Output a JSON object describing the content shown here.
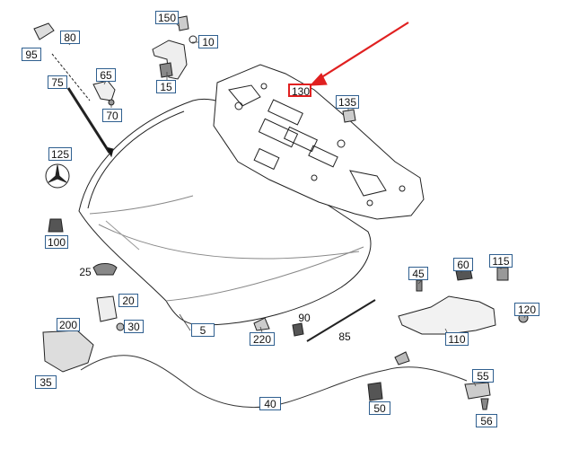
{
  "parts": [
    {
      "id": "p150",
      "label": "150",
      "boxed": true
    },
    {
      "id": "p10",
      "label": "10",
      "boxed": true
    },
    {
      "id": "p80",
      "label": "80",
      "boxed": true
    },
    {
      "id": "p95",
      "label": "95",
      "boxed": true
    },
    {
      "id": "p15",
      "label": "15",
      "boxed": true
    },
    {
      "id": "p65",
      "label": "65",
      "boxed": true
    },
    {
      "id": "p75",
      "label": "75",
      "boxed": true
    },
    {
      "id": "p70",
      "label": "70",
      "boxed": true
    },
    {
      "id": "p130",
      "label": "130",
      "boxed": true,
      "highlighted": true
    },
    {
      "id": "p135",
      "label": "135",
      "boxed": true
    },
    {
      "id": "p125",
      "label": "125",
      "boxed": true
    },
    {
      "id": "p100",
      "label": "100",
      "boxed": true
    },
    {
      "id": "p25",
      "label": "25",
      "boxed": false
    },
    {
      "id": "p20",
      "label": "20",
      "boxed": true
    },
    {
      "id": "p30",
      "label": "30",
      "boxed": true
    },
    {
      "id": "p200",
      "label": "200",
      "boxed": true
    },
    {
      "id": "p5",
      "label": "5",
      "boxed": true
    },
    {
      "id": "p220",
      "label": "220",
      "boxed": true
    },
    {
      "id": "p90",
      "label": "90",
      "boxed": false
    },
    {
      "id": "p85",
      "label": "85",
      "boxed": false
    },
    {
      "id": "p45",
      "label": "45",
      "boxed": true
    },
    {
      "id": "p60",
      "label": "60",
      "boxed": true
    },
    {
      "id": "p115",
      "label": "115",
      "boxed": true
    },
    {
      "id": "p110",
      "label": "110",
      "boxed": true
    },
    {
      "id": "p120",
      "label": "120",
      "boxed": true
    },
    {
      "id": "p35",
      "label": "35",
      "boxed": true
    },
    {
      "id": "p40",
      "label": "40",
      "boxed": true
    },
    {
      "id": "p50",
      "label": "50",
      "boxed": true
    },
    {
      "id": "p55",
      "label": "55",
      "boxed": true
    },
    {
      "id": "p56",
      "label": "56",
      "boxed": true
    }
  ],
  "colors": {
    "highlight": "#e02020",
    "box_border": "#2f5f8f",
    "line": "#222222"
  }
}
